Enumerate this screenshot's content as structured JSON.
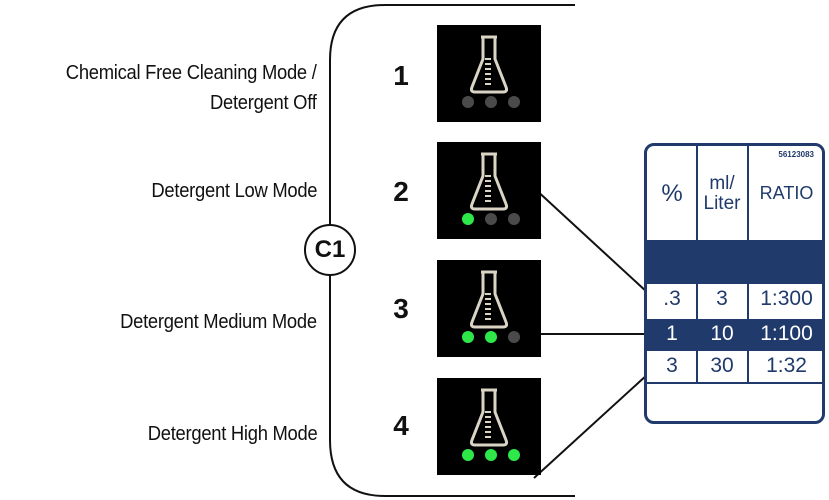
{
  "control": {
    "badge": "C1"
  },
  "modes": [
    {
      "number": "1",
      "label_line1": "Chemical Free Cleaning Mode /",
      "label_line2": "Detergent Off",
      "leds_on": 0
    },
    {
      "number": "2",
      "label_line1": "Detergent Low Mode",
      "label_line2": "",
      "leds_on": 1
    },
    {
      "number": "3",
      "label_line1": "Detergent Medium Mode",
      "label_line2": "",
      "leds_on": 2
    },
    {
      "number": "4",
      "label_line1": "Detergent High Mode",
      "label_line2": "",
      "leds_on": 3
    }
  ],
  "colors": {
    "led_on": "#2ee84a",
    "led_off": "#4a4a4a",
    "icon_bg": "#000000",
    "flask": "#d9d4c4",
    "table_accent": "#1f3a6b"
  },
  "icon": "flask-icon",
  "dilution_table": {
    "code": "56123083",
    "headers": {
      "percent": "%",
      "ml_line1": "ml/",
      "ml_line2": "Liter",
      "ratio": "RATIO"
    },
    "rows": [
      {
        "percent": ".3",
        "ml": "3",
        "ratio": "1:300"
      },
      {
        "percent": "1",
        "ml": "10",
        "ratio": "1:100"
      },
      {
        "percent": "3",
        "ml": "30",
        "ratio": "1:32"
      }
    ]
  }
}
